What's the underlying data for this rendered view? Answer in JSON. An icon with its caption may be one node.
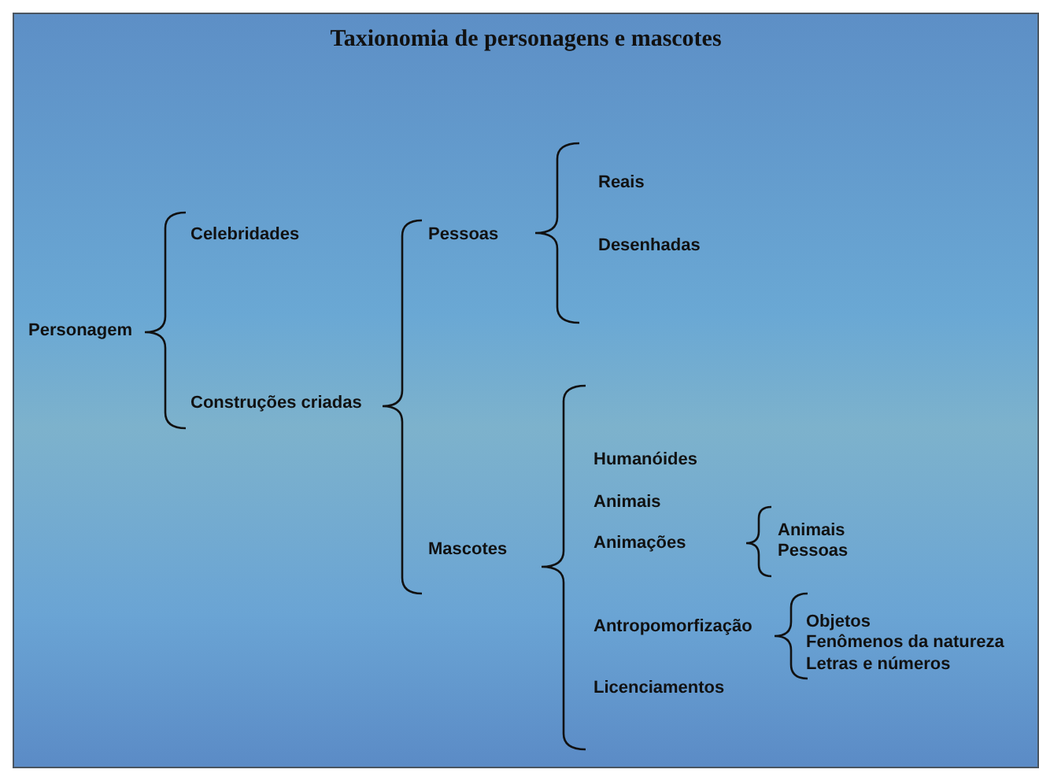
{
  "diagram": {
    "title": "Taxionomia de personagens e mascotes",
    "labels": [
      "Personagem",
      "Celebridades",
      "Construções criadas",
      "Pessoas",
      "Mascotes",
      "Reais",
      "Desenhadas",
      "Humanóides",
      "Animais",
      "Animações",
      "Antropomorfização",
      "Licenciamentos",
      "Animais",
      "Pessoas",
      "Objetos",
      "Fenômenos da natureza",
      "Letras e números"
    ]
  }
}
